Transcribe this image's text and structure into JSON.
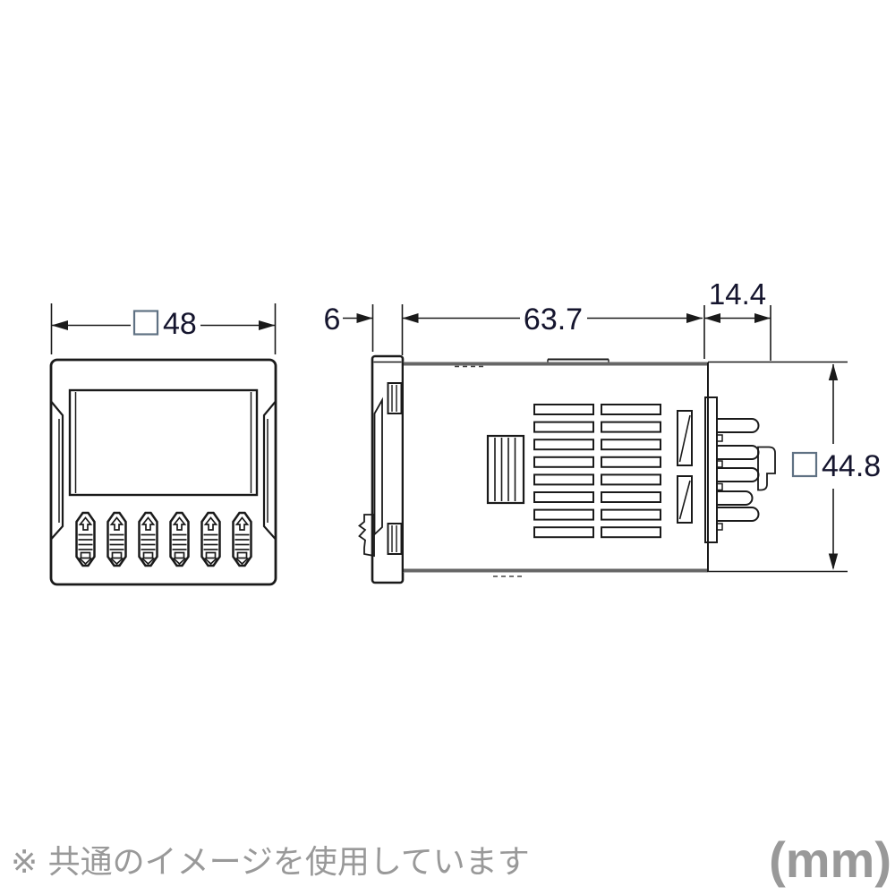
{
  "drawing": {
    "type": "technical-dimension-drawing",
    "views": [
      "front-view",
      "side-view"
    ],
    "unit_label": "(mm)",
    "note_text": "※ 共通のイメージを使用しています",
    "dimensions": {
      "front_width": {
        "label": "48",
        "symbol": "square-outline-icon",
        "meaning": "front face width/height (square)"
      },
      "bezel_depth": {
        "label": "6",
        "meaning": "front bezel depth"
      },
      "body_depth": {
        "label": "63.7",
        "meaning": "case body depth"
      },
      "pin_depth": {
        "label": "14.4",
        "meaning": "terminal pin protrusion depth"
      },
      "body_height": {
        "label": "44.8",
        "symbol": "square-outline-icon",
        "meaning": "case body height (square)"
      }
    },
    "front_view_features": {
      "thumbwheel_key_count": 6,
      "display_window": true
    },
    "side_view_features": {
      "vent_slot_columns": 2,
      "vent_slot_rows": 8,
      "visible_pins": 5
    },
    "colors": {
      "line": "#1a1a1a",
      "dimension_text": "#15152e",
      "square_symbol_stroke": "#5f7183",
      "note_gray": "#999999",
      "edge_gray": "#666666",
      "background": "#ffffff"
    }
  }
}
